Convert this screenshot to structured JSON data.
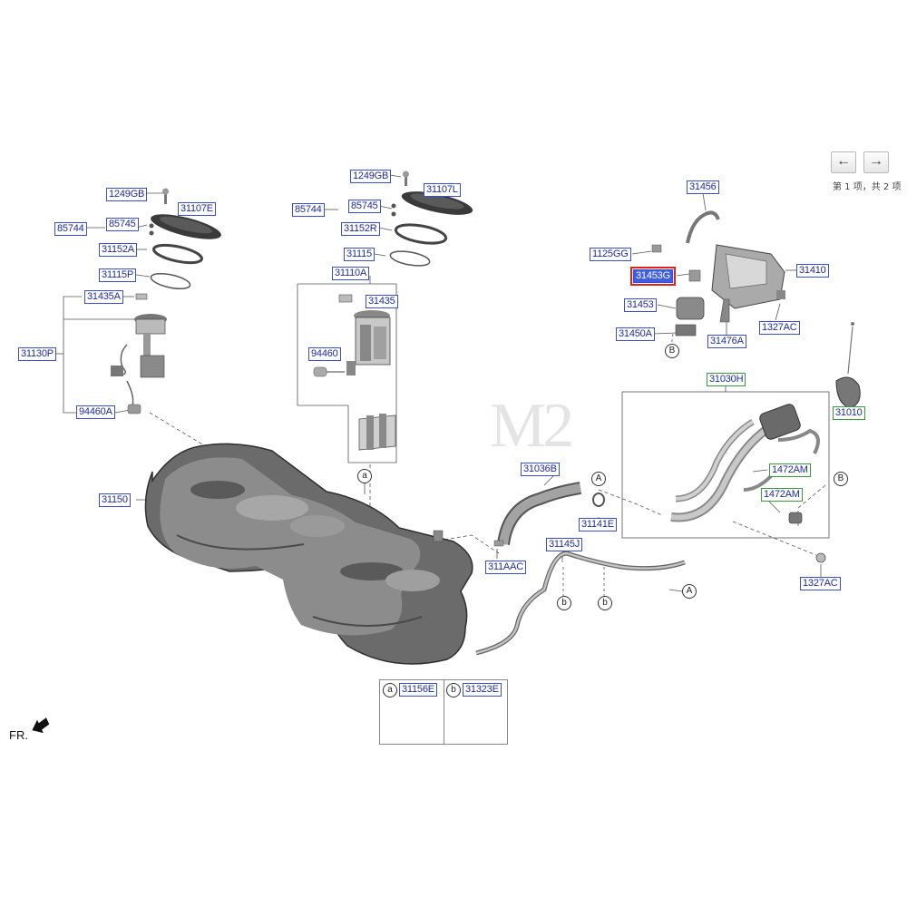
{
  "nav": {
    "prev_glyph": "←",
    "next_glyph": "→",
    "page_info": "第 1 项，共 2 项"
  },
  "orientation_label": "FR.",
  "watermark": "M2",
  "selected_part": "31453G",
  "parts": {
    "p1249GB_left": "1249GB",
    "p31107E": "31107E",
    "p85744_left": "85744",
    "p85745_left": "85745",
    "p31152A": "31152A",
    "p31115P": "31115P",
    "p31435A": "31435A",
    "p31130P": "31130P",
    "p94460A": "94460A",
    "p31150": "31150",
    "p1249GB_mid": "1249GB",
    "p31107L": "31107L",
    "p85744_mid": "85744",
    "p85745_mid": "85745",
    "p31152R": "31152R",
    "p31115": "31115",
    "p31110A": "31110A",
    "p31435": "31435",
    "p94460": "94460",
    "p31456": "31456",
    "p1125GG": "1125GG",
    "p31453G": "31453G",
    "p31453": "31453",
    "p31450A": "31450A",
    "p31476A": "31476A",
    "p31410": "31410",
    "p1327AC_top": "1327AC",
    "p31030H": "31030H",
    "p31010": "31010",
    "p1472AM_1": "1472AM",
    "p1472AM_2": "1472AM",
    "p31036B": "31036B",
    "p31141E": "31141E",
    "p311AAC": "311AAC",
    "p31145J": "31145J",
    "p1327AC_bot": "1327AC",
    "p31156E": "31156E",
    "p31323E": "31323E"
  },
  "callouts": {
    "a": "a",
    "b": "b",
    "A": "A",
    "B": "B"
  }
}
